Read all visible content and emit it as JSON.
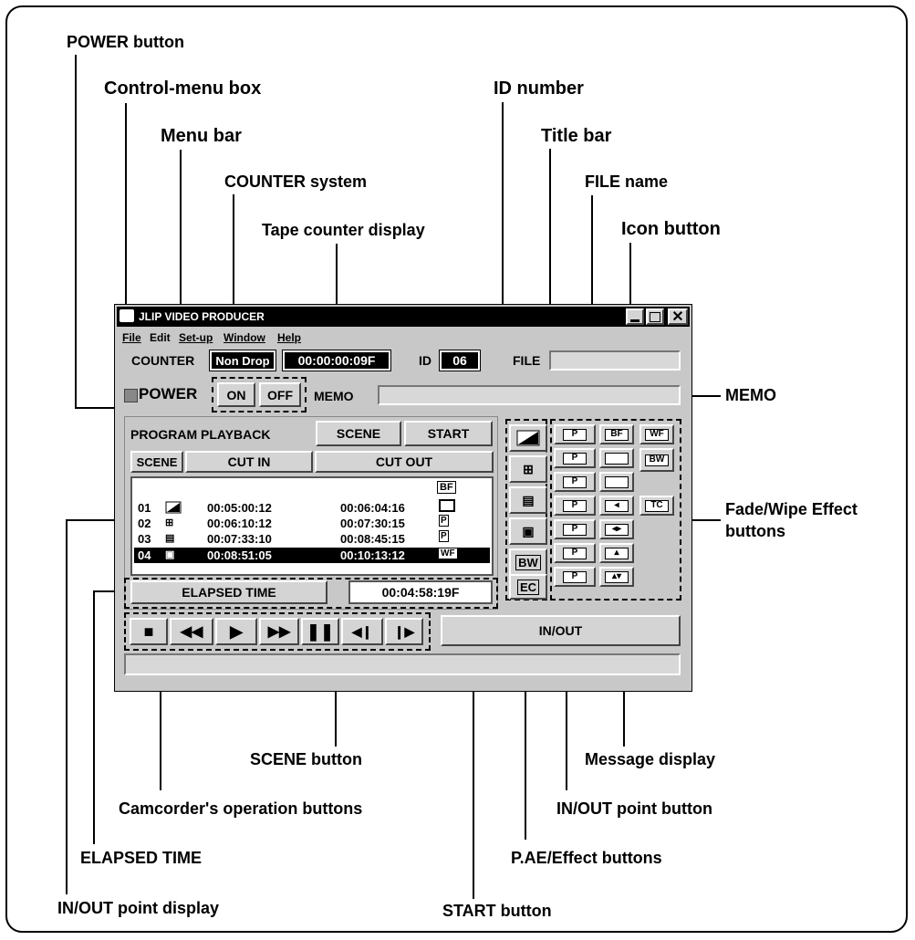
{
  "callouts": {
    "power_button": "POWER button",
    "control_menu_box": "Control-menu box",
    "menu_bar": "Menu bar",
    "counter_system": "COUNTER system",
    "tape_counter_display": "Tape counter display",
    "id_number": "ID number",
    "title_bar": "Title bar",
    "file_name": "FILE name",
    "icon_button": "Icon button",
    "memo": "MEMO",
    "fade_wipe_line1": "Fade/Wipe Effect",
    "fade_wipe_line2": "buttons",
    "scene_button": "SCENE button",
    "message_display": "Message display",
    "camcorder_buttons": "Camcorder's operation buttons",
    "inout_point_button": "IN/OUT point button",
    "elapsed_time": "ELAPSED TIME",
    "pae_effect_buttons": "P.AE/Effect buttons",
    "inout_point_display": "IN/OUT point display",
    "start_button": "START button"
  },
  "window": {
    "title": "JLIP VIDEO PRODUCER",
    "menu": [
      "File",
      "Edit",
      "Set-up",
      "Window",
      "Help"
    ],
    "counter_label": "COUNTER",
    "counter_mode": "Non Drop",
    "tape_counter": "00:00:00:09F",
    "id_label": "ID",
    "id_value": "06",
    "file_label": "FILE",
    "file_value": "",
    "power_label": "POWER",
    "on_label": "ON",
    "off_label": "OFF",
    "memo_label": "MEMO",
    "memo_value": "",
    "program_playback": "PROGRAM PLAYBACK",
    "scene_btn": "SCENE",
    "start_btn": "START",
    "col_scene": "SCENE",
    "col_cut_in": "CUT IN",
    "col_cut_out": "CUT OUT",
    "list_header_bf": "BF",
    "rows": [
      {
        "num": "01",
        "cut_in": "00:05:00:12",
        "cut_out": "00:06:04:16",
        "effect": ""
      },
      {
        "num": "02",
        "cut_in": "00:06:10:12",
        "cut_out": "00:07:30:15",
        "effect": "P"
      },
      {
        "num": "03",
        "cut_in": "00:07:33:10",
        "cut_out": "00:08:45:15",
        "effect": "P"
      },
      {
        "num": "04",
        "cut_in": "00:08:51:05",
        "cut_out": "00:10:13:12",
        "effect": "WF"
      }
    ],
    "elapsed_label": "ELAPSED TIME",
    "elapsed_value": "00:04:58:19F",
    "inout_label": "IN/OUT",
    "pae_bw": "BW",
    "pae_ec": "EC",
    "fx_bf": "BF",
    "fx_wf": "WF",
    "fx_bw": "BW",
    "fx_tc": "TC",
    "fx_p": "P"
  }
}
